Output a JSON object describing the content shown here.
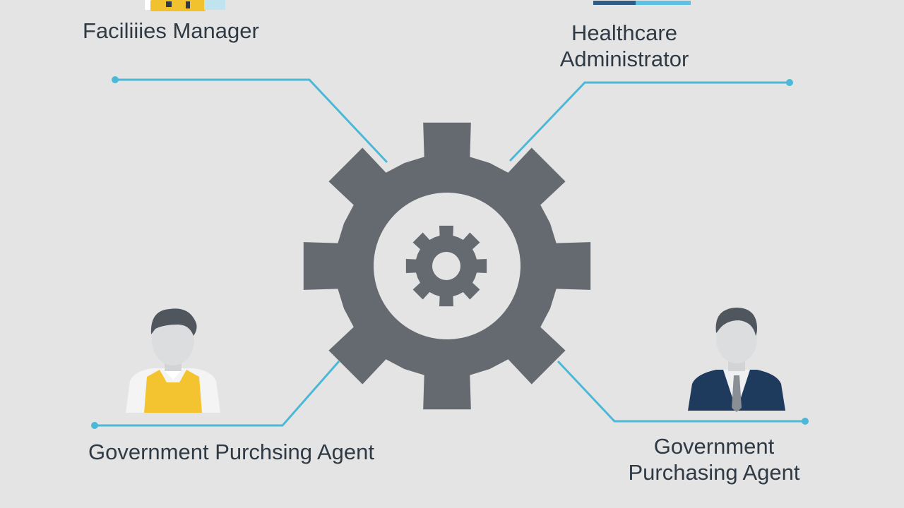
{
  "diagram": {
    "hub": {
      "icon": "gear-icon",
      "inner_icon": "small-gear-icon",
      "color": "#646a70"
    },
    "connector_color": "#4cb8d8",
    "nodes": [
      {
        "id": "top-left",
        "label": "Faciliiies Manager",
        "icon": "toolbox-icon"
      },
      {
        "id": "top-right",
        "label_lines": [
          "Healthcare",
          "Administrator"
        ],
        "icon": "document-icon"
      },
      {
        "id": "bottom-left",
        "label": "Government Purchsing Agent",
        "icon": "worker-avatar-icon"
      },
      {
        "id": "bottom-right",
        "label_lines": [
          "Government",
          "Purchasing Agent"
        ],
        "icon": "businessman-avatar-icon"
      }
    ]
  }
}
